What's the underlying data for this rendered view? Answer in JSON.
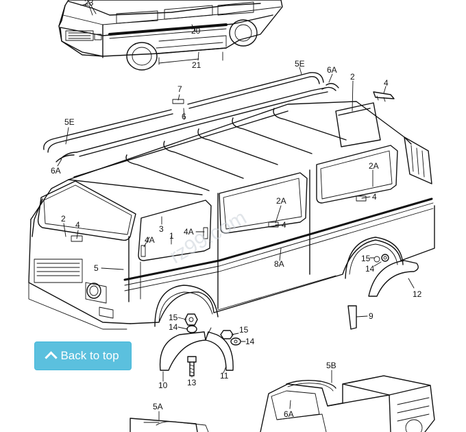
{
  "watermark": "rz99.com",
  "back_to_top": {
    "label": "Back to top",
    "icon": "chevron-up-icon"
  },
  "callouts": {
    "c23": "23",
    "c20": "20",
    "c21": "21",
    "c5E_top": "5E",
    "c6A_top": "6A",
    "c2_top": "2",
    "c4_top": "4",
    "c7": "7",
    "c6": "6",
    "c5E_left": "5E",
    "c6A_left": "6A",
    "c2A_rear": "2A",
    "c4_rear": "4",
    "c2A_mid": "2A",
    "c4_mid": "4",
    "c2_front": "2",
    "c4_front": "4",
    "c3": "3",
    "c1": "1",
    "c4A_a": "4A",
    "c4A_b": "4A",
    "c5": "5",
    "c8A": "8A",
    "c15_rear": "15",
    "c14_rear": "14",
    "c12": "12",
    "c9": "9",
    "c15_f": "15",
    "c14_f": "14",
    "c15_m": "15",
    "c14_m": "14",
    "c10": "10",
    "c13": "13",
    "c11": "11",
    "c5B": "5B",
    "c6A_bot": "6A",
    "c5A": "5A"
  }
}
